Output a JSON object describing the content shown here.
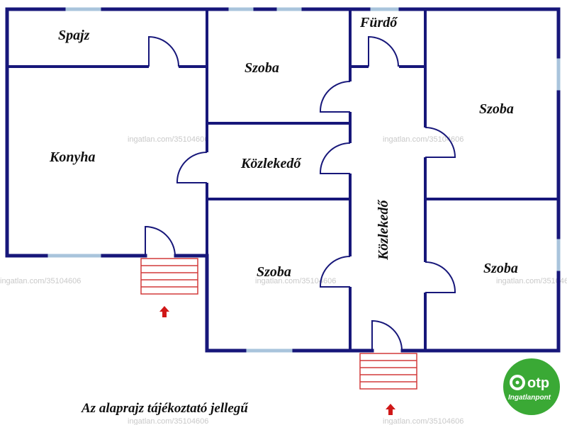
{
  "rooms": {
    "spajz": "Spajz",
    "furdo": "Fürdő",
    "konyha": "Konyha",
    "szoba_top_middle": "Szoba",
    "szoba_right_top": "Szoba",
    "kozlekedo_horizontal": "Közlekedő",
    "kozlekedo_vertical": "Közlekedő",
    "szoba_bottom_middle": "Szoba",
    "szoba_right_bottom": "Szoba"
  },
  "note": "Az alaprajz tájékoztató jellegű",
  "watermark": "ingatlan.com/35104606",
  "logo": {
    "brand": "otp",
    "sub": "Ingatlanpont",
    "color": "#3aa935"
  },
  "colors": {
    "wall": "#17177a",
    "window": "#a9c4dc",
    "stairs": "#d23a3a"
  }
}
